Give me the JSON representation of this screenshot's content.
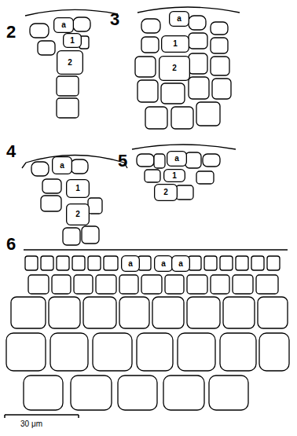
{
  "diagram": {
    "nodes": [
      {
        "text": [
          "a"
        ]
      },
      {
        "text": [
          "1"
        ]
      },
      {
        "text": [
          "2"
        ]
      },
      {
        "text": [
          "a"
        ]
      },
      {
        "text": [
          "1"
        ]
      },
      {
        "text": [
          "2"
        ]
      },
      {
        "text": [
          "a"
        ]
      },
      {
        "text": [
          "1"
        ]
      },
      {
        "text": [
          "2"
        ]
      },
      {
        "text": [
          "a"
        ]
      },
      {
        "text": [
          "1"
        ]
      },
      {
        "text": [
          "2"
        ]
      },
      {
        "text": [
          "a"
        ]
      },
      {
        "text": [
          "a"
        ]
      },
      {
        "text": [
          "a"
        ]
      }
    ],
    "labels": [
      "2",
      "3",
      "4",
      "5",
      "6",
      "30 μm"
    ]
  }
}
